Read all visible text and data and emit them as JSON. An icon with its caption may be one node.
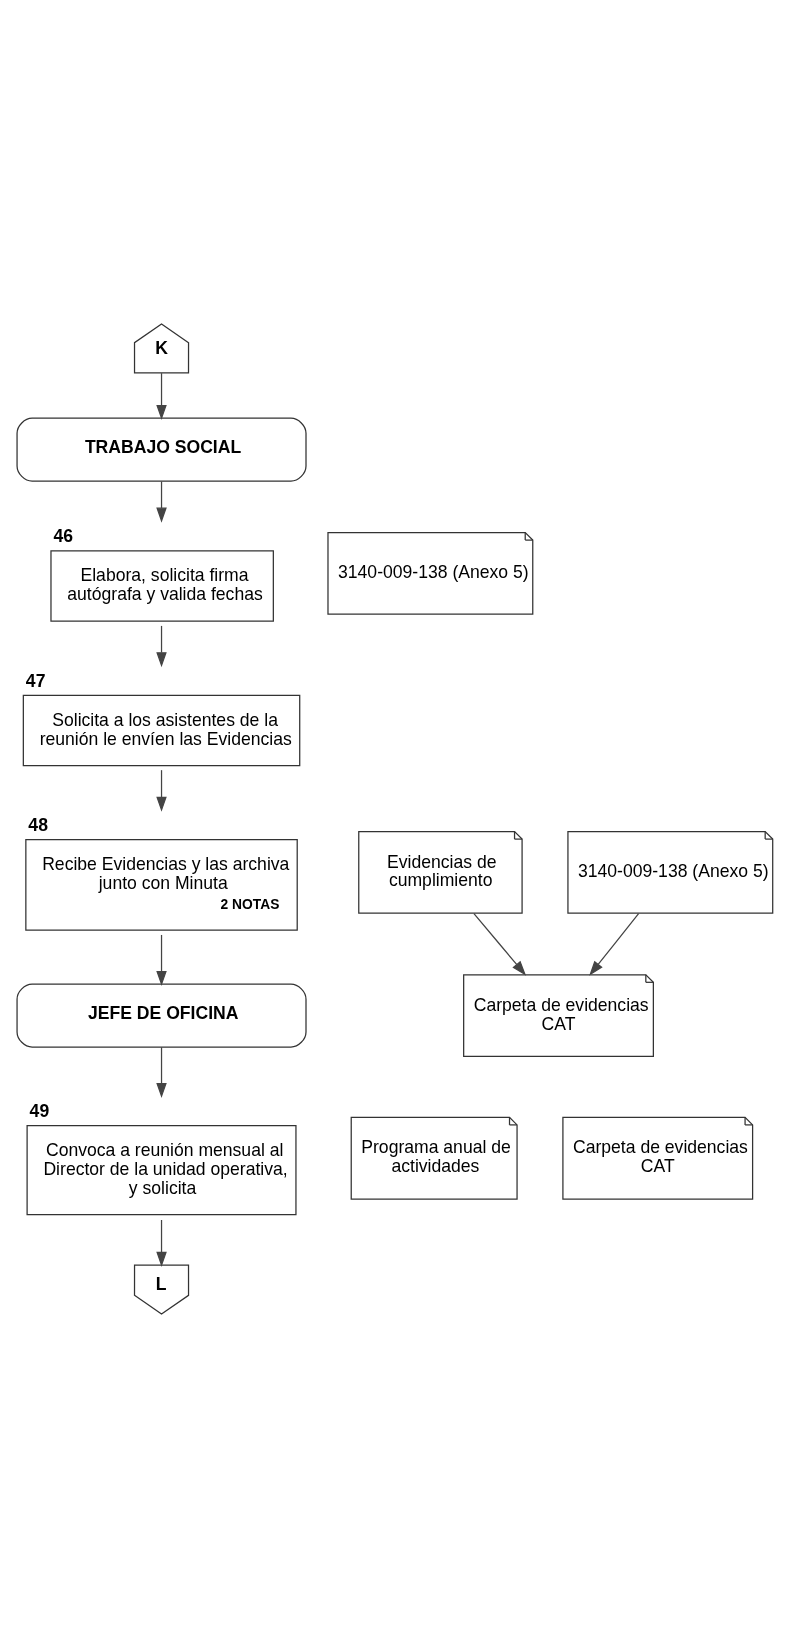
{
  "diagram": {
    "nodes": [
      {
        "text": [
          "K"
        ]
      },
      {
        "text": [
          "TRABAJO SOCIAL"
        ]
      },
      {
        "text": [
          "Elabora, solicita firma autógrafa y valida fechas"
        ],
        "beside": [
          "46"
        ]
      },
      {
        "text": [
          "3140-009-138 (Anexo 5)"
        ]
      },
      {
        "text": [
          "Solicita a los asistentes de la reunión le envíen las Evidencias"
        ],
        "beside": [
          "47"
        ]
      },
      {
        "text": [
          "Recibe Evidencias y las archiva junto con Minuta",
          "2 NOTAS"
        ],
        "beside": [
          "48"
        ]
      },
      {
        "text": [
          "Evidencias de cumplimiento"
        ]
      },
      {
        "text": [
          "3140-009-138 (Anexo 5)"
        ]
      },
      {
        "text": [
          "Carpeta de evidencias CAT"
        ]
      },
      {
        "text": [
          "JEFE DE OFICINA"
        ]
      },
      {
        "text": [
          "Convoca a reunión mensual al Director de la unidad operativa, y solicita"
        ],
        "beside": [
          "49"
        ]
      },
      {
        "text": [
          "Programa anual de actividades"
        ]
      },
      {
        "text": [
          "Carpeta de evidencias CAT"
        ]
      },
      {
        "text": [
          "L"
        ]
      }
    ],
    "edges": [
      {
        "from": 0,
        "to": 1,
        "arrow": "to"
      },
      {
        "from": 1,
        "to": 2,
        "arrow": "to"
      },
      {
        "from": 2,
        "to": 4,
        "arrow": "to"
      },
      {
        "from": 4,
        "to": 5,
        "arrow": "to"
      },
      {
        "from": 6,
        "to": 8,
        "arrow": "to"
      },
      {
        "from": 7,
        "to": 8,
        "arrow": "to"
      },
      {
        "from": 5,
        "to": 9,
        "arrow": "to"
      },
      {
        "from": 9,
        "to": 10,
        "arrow": "to"
      },
      {
        "from": 10,
        "to": 13,
        "arrow": "to"
      }
    ]
  }
}
